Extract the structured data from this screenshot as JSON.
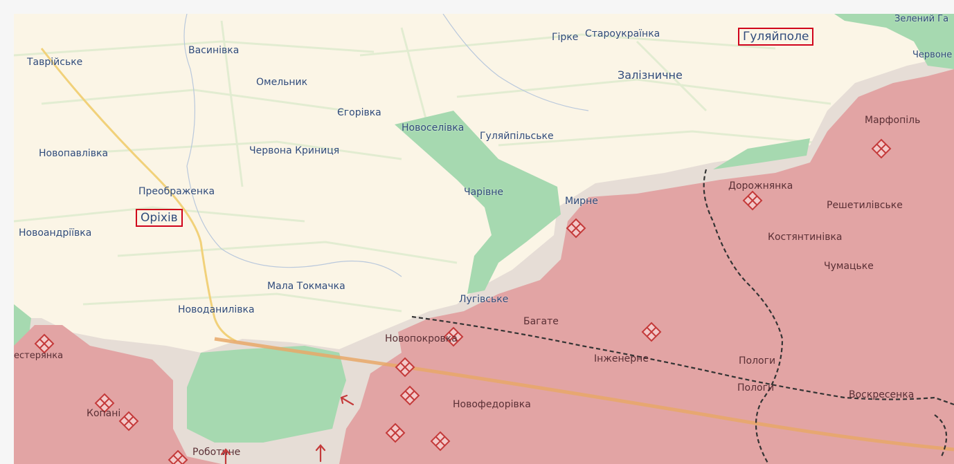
{
  "colors": {
    "background": "#fbf5e6",
    "occupied": "#e2a4a4",
    "liberated": "#a6d9b0",
    "grey_zone": "#e6ddd6",
    "highlight_box": "#d0021b",
    "label": "#2f4a78"
  },
  "highlighted": {
    "orikhiv": "Оріхів",
    "huliaipole": "Гуляйполе"
  },
  "labels": {
    "tavriiske": "Таврійське",
    "vasynivka": "Васинівка",
    "omelnyk": "Омельник",
    "yehorivka": "Єгорівка",
    "novoselivka": "Новоселівка",
    "huliaipilske": "Гуляйпільське",
    "novopavlivka": "Новопавлівка",
    "chervona_krynytsia": "Червона Криниця",
    "preobrazhenka": "Преображенка",
    "novoandriivka": "Новоандріївка",
    "charivne": "Чарівне",
    "myrne": "Мирне",
    "mala_tokmachka": "Мала Токмачка",
    "novodanylivka": "Новоданилівка",
    "luhivske": "Лугівське",
    "bahate": "Багате",
    "novopokrovka": "Новопокровка",
    "inzhenerne": "Інженерне",
    "novofedorivka": "Новофедорівка",
    "kopani": "Копані",
    "robotyne": "Роботине",
    "sterianka": "естерянка",
    "hirke": "Гірке",
    "staroukrainka": "Староукраїнка",
    "zaliznychne": "Залізничне",
    "zelenyi_hai": "Зелений Га",
    "chervone": "Червоне",
    "marfopil": "Марфопіль",
    "dorozhnianka": "Дорожнянка",
    "reshetylivske": "Решетилівське",
    "kostiantynivka": "Костянтинівка",
    "chumatske": "Чумацьке",
    "polohy_1": "Пологи",
    "polohy_2": "Пологи",
    "voskresenka": "Воскресенка"
  },
  "icons": {
    "battle_marker": "crossed-swords-diamond-icon",
    "attack_arrow": "attack-arrow-icon"
  }
}
